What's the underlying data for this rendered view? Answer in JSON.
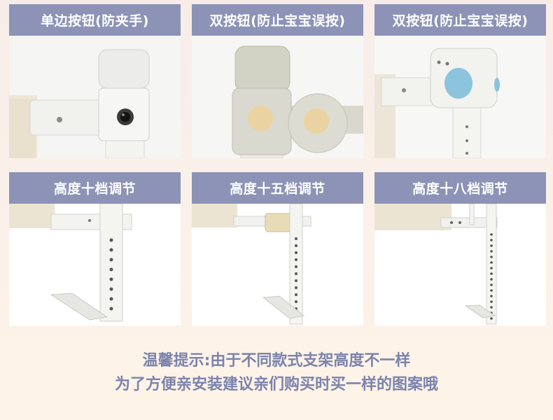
{
  "top_row": [
    {
      "title": "单边按钮(防夹手)"
    },
    {
      "title": "双按钮(防止宝宝误按)"
    },
    {
      "title": "双按钮(防止宝宝误按)"
    }
  ],
  "bottom_row": [
    {
      "title": "高度十档调节"
    },
    {
      "title": "高度十五档调节"
    },
    {
      "title": "高度十八档调节"
    }
  ],
  "tip": {
    "line1": "温馨提示:由于不同款式支架高度不一样",
    "line2": "为了方便亲安装建议亲们购买时买一样的图案哦"
  },
  "colors": {
    "title_bar": "#8c93b6",
    "tip_text": "#7b83ad",
    "button_yellow": "#e9d3a3",
    "button_blue": "#8cc3dd"
  }
}
